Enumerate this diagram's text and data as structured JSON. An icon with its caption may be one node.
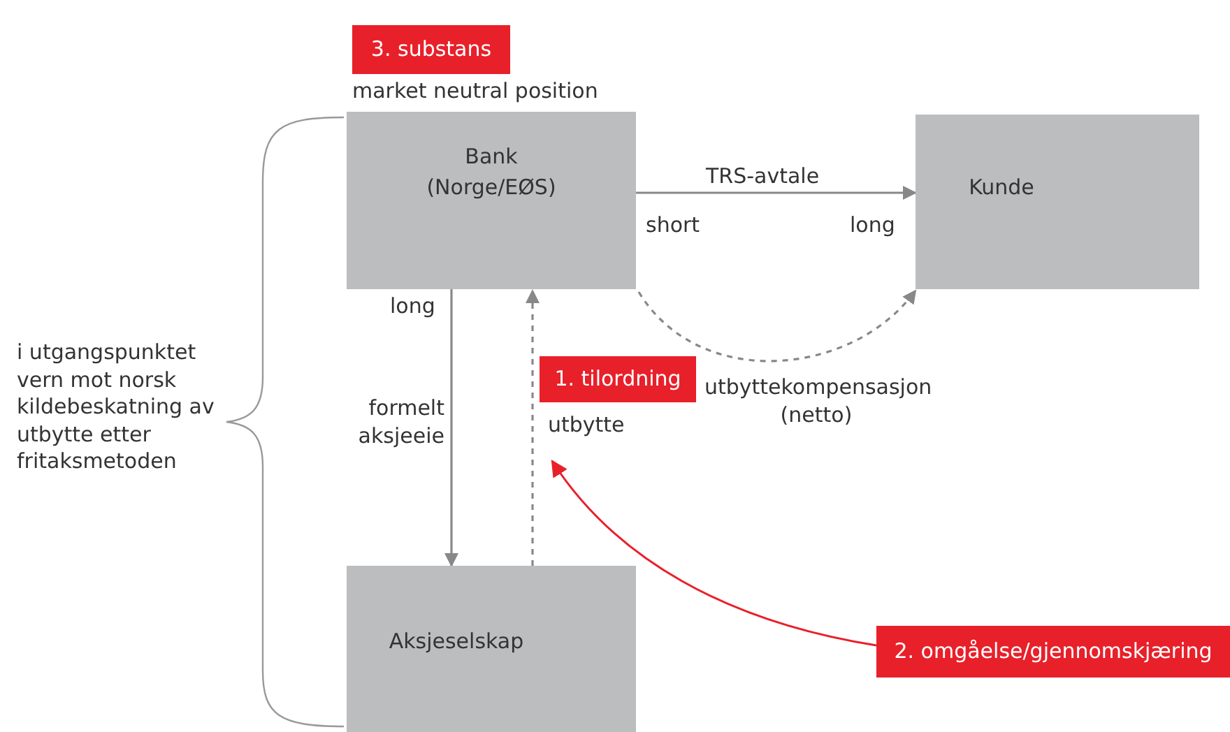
{
  "diagram": {
    "nodes": [
      {
        "text": [
          "3. substans"
        ]
      },
      {
        "text": [
          "Bank (Norge/EØS)"
        ]
      },
      {
        "text": [
          "Kunde"
        ]
      },
      {
        "text": [
          "1. tilordning"
        ]
      },
      {
        "text": [
          "Aksjeselskap"
        ]
      },
      {
        "text": [
          "2. omgåelse/gjennomskjæring"
        ]
      }
    ],
    "edges": [
      {
        "from": 1,
        "to": 2,
        "arrow": "to",
        "label": "TRS-avtale"
      },
      {
        "from": 1,
        "to": 2,
        "arrow": "to",
        "label": "utbyttekompensasjon (netto)",
        "style": "dashed"
      },
      {
        "from": 1,
        "to": 4,
        "arrow": "to",
        "label": "formelt aksjeeie"
      },
      {
        "from": 4,
        "to": 1,
        "arrow": "to",
        "label": "utbytte",
        "style": "dashed"
      },
      {
        "from": 5,
        "to": null,
        "arrow": "to",
        "color": "#e8202a"
      }
    ],
    "labels": [
      "market neutral position",
      "short",
      "long",
      "long",
      "i utgangspunktet vern mot norsk kildebeskatning av utbytte etter fritaksmetoden"
    ]
  }
}
